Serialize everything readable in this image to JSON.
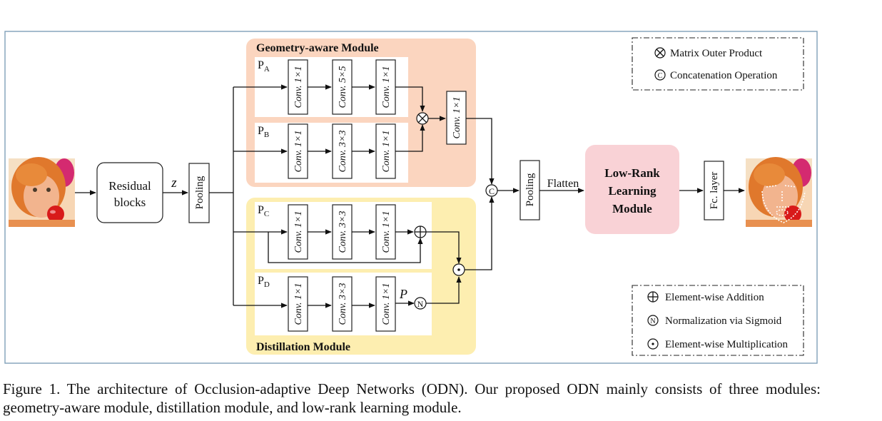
{
  "modules": {
    "geometry_title": "Geometry-aware Module",
    "distillation_title": "Distillation Module",
    "low_rank_line1": "Low-Rank",
    "low_rank_line2": "Learning",
    "low_rank_line3": "Module"
  },
  "blocks": {
    "residual_line1": "Residual",
    "residual_line2": "blocks",
    "z_label": "z",
    "pooling": "Pooling",
    "flatten": "Flatten",
    "fc_layer": "Fc. layer",
    "p_label": "P"
  },
  "branches": {
    "pa": {
      "letter": "P",
      "sub": "A",
      "convs": [
        "Conv. 1×1",
        "Conv. 5×5",
        "Conv. 1×1"
      ]
    },
    "pb": {
      "letter": "P",
      "sub": "B",
      "convs": [
        "Conv. 1×1",
        "Conv. 3×3",
        "Conv. 1×1"
      ]
    },
    "pc": {
      "letter": "P",
      "sub": "C",
      "convs": [
        "Conv. 1×1",
        "Conv. 3×3",
        "Conv. 1×1"
      ]
    },
    "pd": {
      "letter": "P",
      "sub": "D",
      "convs": [
        "Conv. 1×1",
        "Conv. 3×3",
        "Conv. 1×1"
      ]
    },
    "merge_conv": "Conv. 1×1"
  },
  "ops": {
    "outer": "⊗",
    "concat": "C",
    "add": "⊕",
    "norm": "N",
    "mult": "⊙"
  },
  "legend_top": {
    "outer_product": "Matrix Outer Product",
    "concatenation": "Concatenation Operation"
  },
  "legend_bottom": {
    "addition": "Element-wise Addition",
    "sigmoid": "Normalization via Sigmoid",
    "multiplication": "Element-wise Multiplication"
  },
  "caption": "Figure 1.  The architecture of Occlusion-adaptive Deep Networks (ODN). Our proposed ODN mainly consists of three modules: geometry-aware module, distillation module, and low-rank learning module.",
  "colors": {
    "geometry_bg": "#fbd5bf",
    "distillation_bg": "#fdeeb0",
    "low_rank_bg": "#f9d2d6",
    "frame": "#7f9fb8"
  }
}
